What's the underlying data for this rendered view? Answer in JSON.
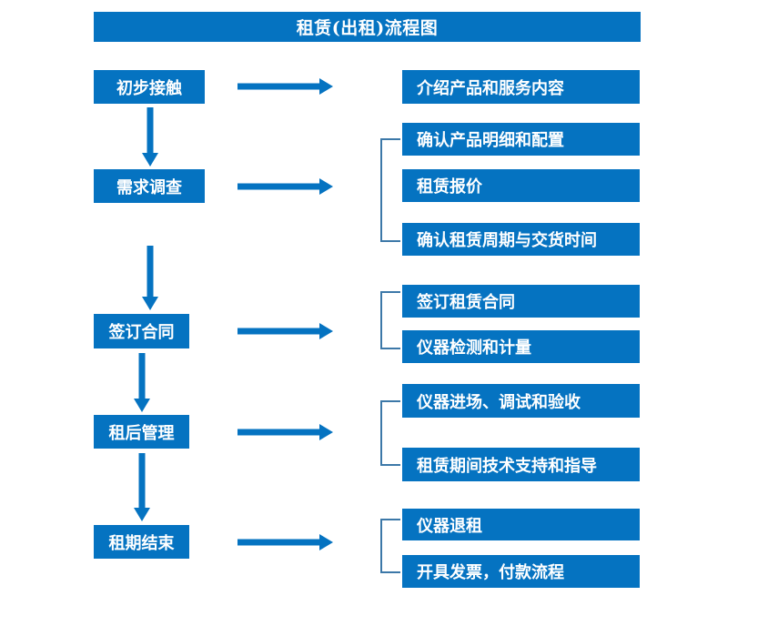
{
  "title": "租赁(出租)流程图",
  "colors": {
    "primary_blue": "#0573C1",
    "bracket_blue": "#3C78A8",
    "arrow_blue": "#0573C1",
    "text_white": "#FFFFFF",
    "background": "#FFFFFF"
  },
  "stages": [
    {
      "id": "stage-1",
      "label": "初步接触"
    },
    {
      "id": "stage-2",
      "label": "需求调查"
    },
    {
      "id": "stage-3",
      "label": "签订合同"
    },
    {
      "id": "stage-4",
      "label": "租后管理"
    },
    {
      "id": "stage-5",
      "label": "租期结束"
    }
  ],
  "details": [
    {
      "id": "detail-1-1",
      "label": "介绍产品和服务内容"
    },
    {
      "id": "detail-2-1",
      "label": "确认产品明细和配置"
    },
    {
      "id": "detail-2-2",
      "label": "租赁报价"
    },
    {
      "id": "detail-2-3",
      "label": "确认租赁周期与交货时间"
    },
    {
      "id": "detail-3-1",
      "label": "签订租赁合同"
    },
    {
      "id": "detail-3-2",
      "label": "仪器检测和计量"
    },
    {
      "id": "detail-4-1",
      "label": "仪器进场、调试和验收"
    },
    {
      "id": "detail-4-2",
      "label": "租赁期间技术支持和指导"
    },
    {
      "id": "detail-5-1",
      "label": "仪器退租"
    },
    {
      "id": "detail-5-2",
      "label": "开具发票，付款流程"
    }
  ],
  "connectors": {
    "horizontal_arrows": 5,
    "vertical_arrows": 4,
    "brackets": 4
  },
  "chart_data": {
    "type": "diagram",
    "title": "租赁(出租)流程图",
    "flow_direction": "top-to-bottom",
    "nodes": [
      {
        "stage": "初步接触",
        "outputs": [
          "介绍产品和服务内容"
        ]
      },
      {
        "stage": "需求调查",
        "outputs": [
          "确认产品明细和配置",
          "租赁报价",
          "确认租赁周期与交货时间"
        ]
      },
      {
        "stage": "签订合同",
        "outputs": [
          "签订租赁合同",
          "仪器检测和计量"
        ]
      },
      {
        "stage": "租后管理",
        "outputs": [
          "仪器进场、调试和验收",
          "租赁期间技术支持和指导"
        ]
      },
      {
        "stage": "租期结束",
        "outputs": [
          "仪器退租",
          "开具发票，付款流程"
        ]
      }
    ]
  }
}
